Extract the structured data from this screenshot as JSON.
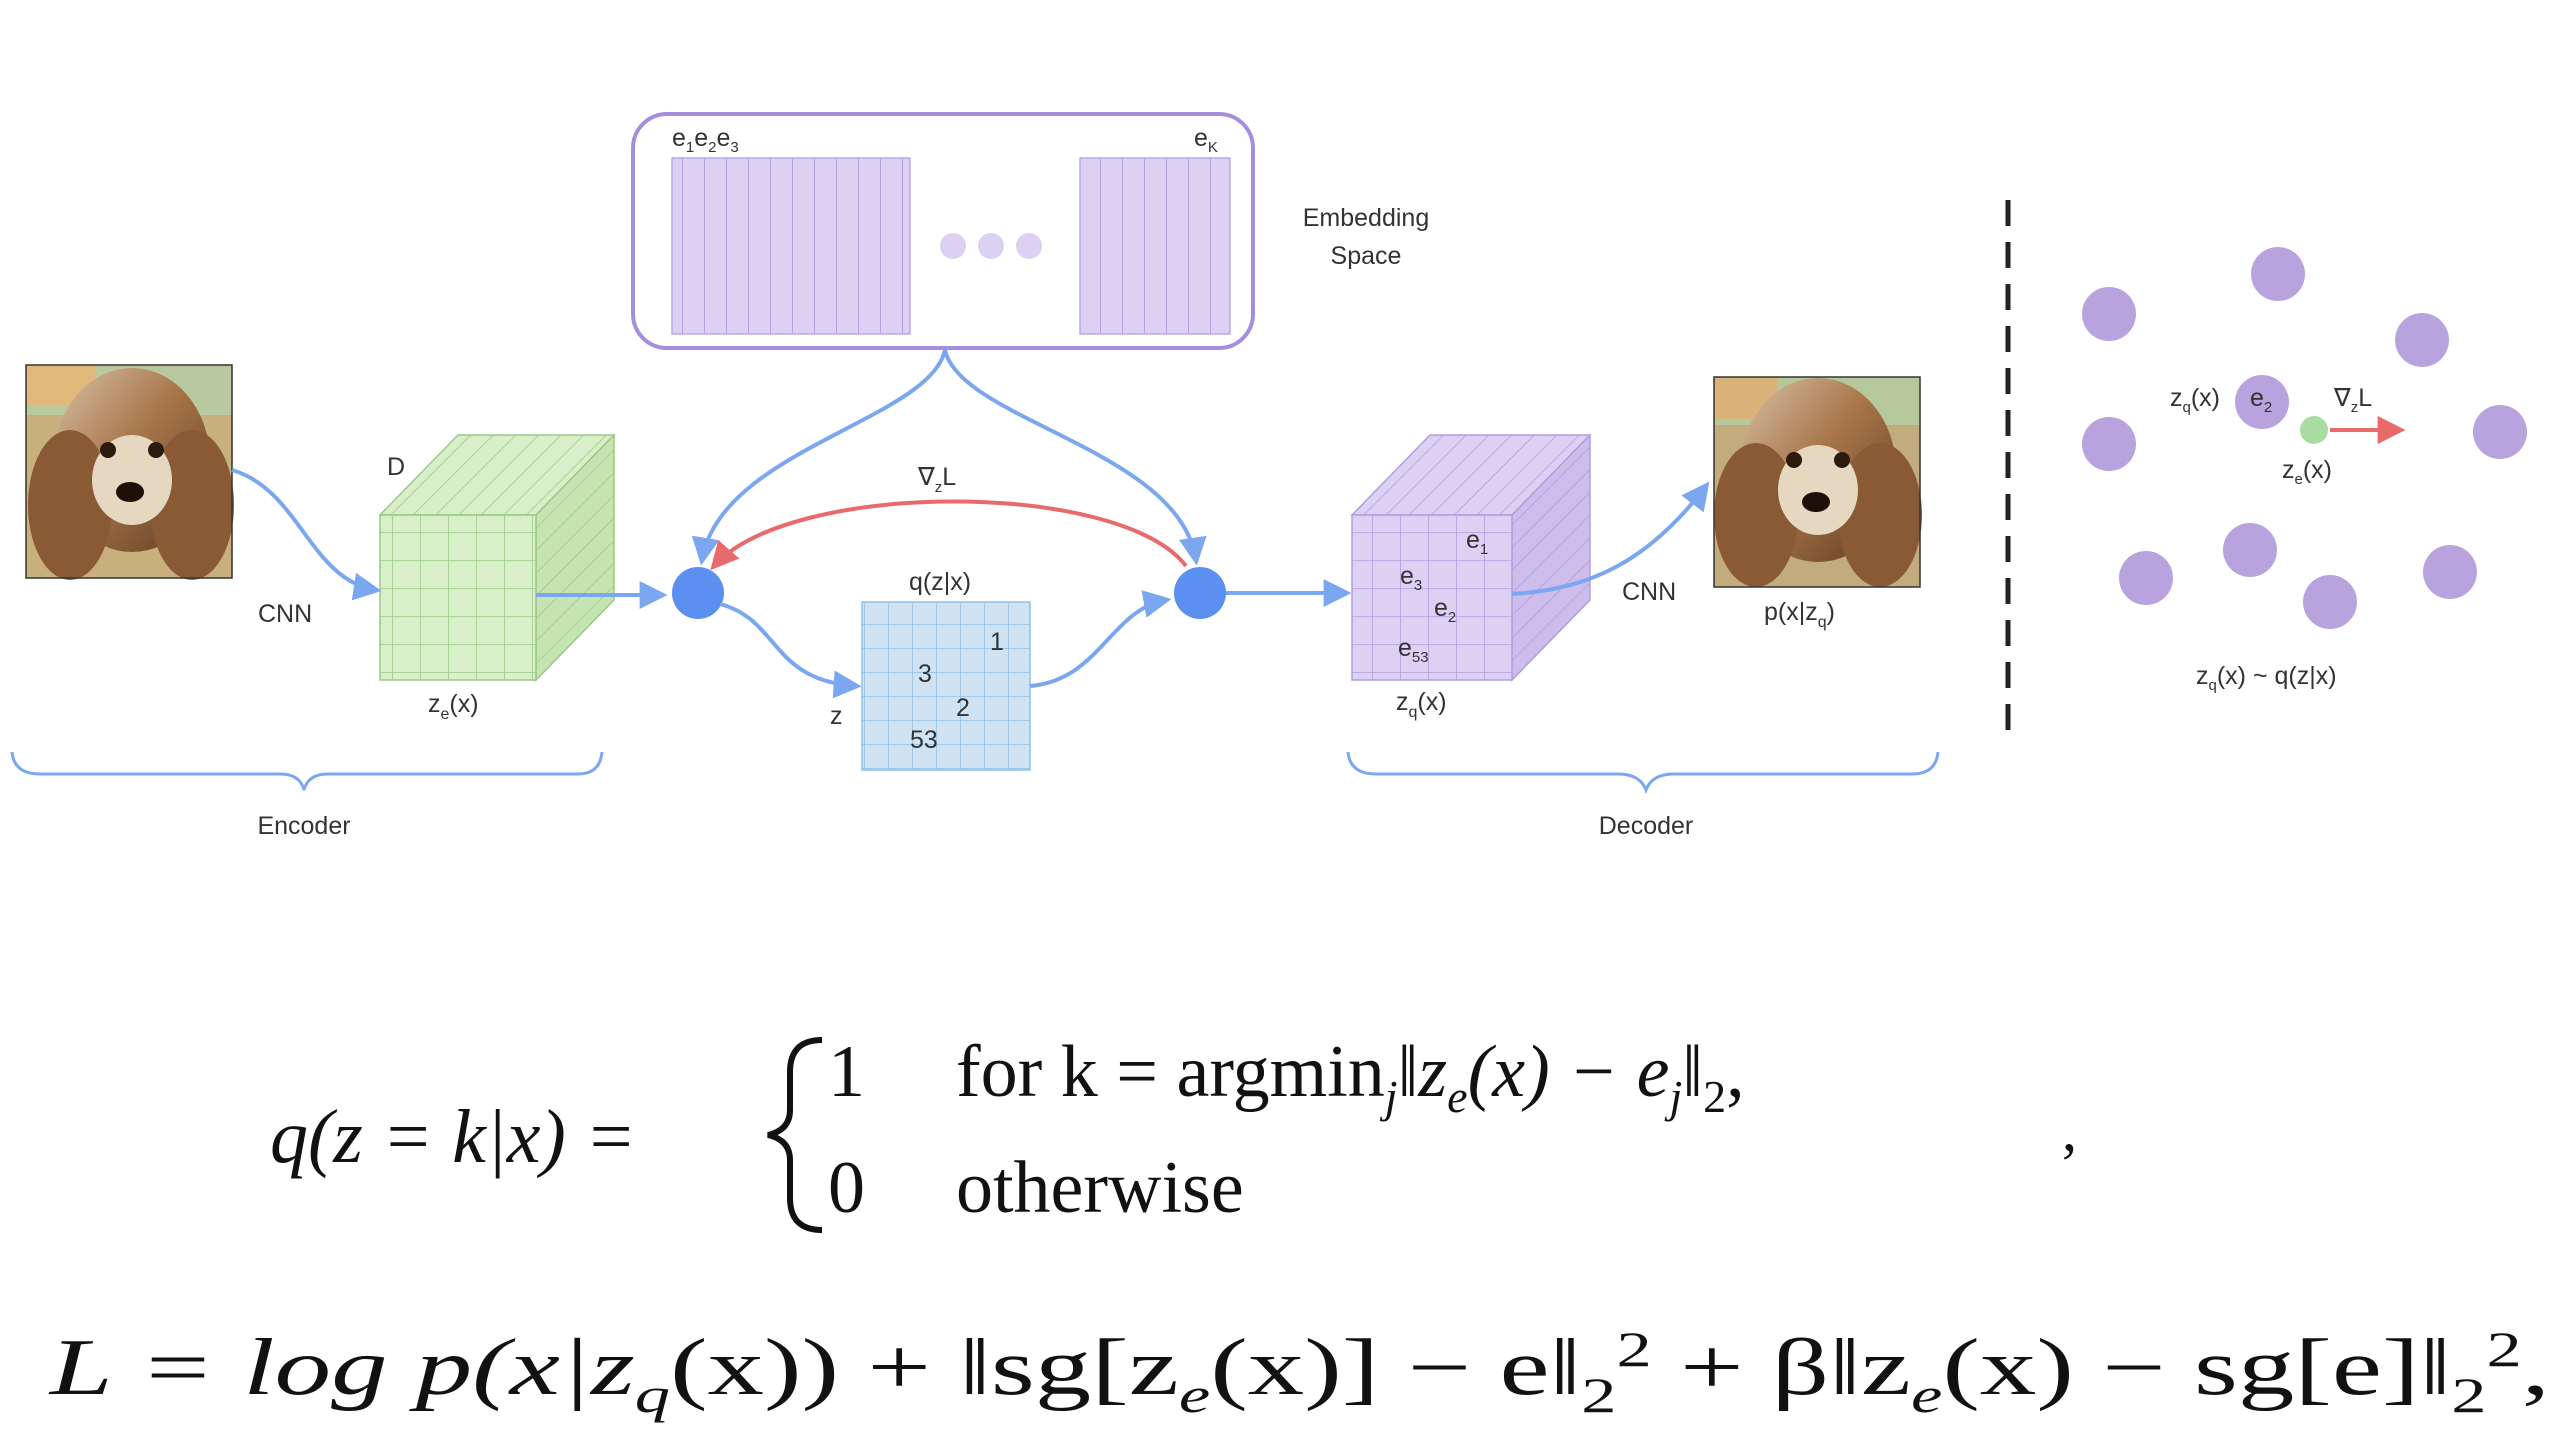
{
  "embedding": {
    "codes_left": [
      "e",
      "e",
      "e"
    ],
    "codes_left_subs": [
      "1",
      "2",
      "3"
    ],
    "code_right": "e",
    "code_right_sub": "K",
    "label_line1": "Embedding",
    "label_line2": "Space"
  },
  "encoder": {
    "cnn_label": "CNN",
    "depth_label": "D",
    "output_label": "z",
    "output_sub": "e",
    "output_suffix": "(x)",
    "brace_label": "Encoder"
  },
  "gradient_label": "∇",
  "gradient_sub": "z",
  "gradient_suffix": "L",
  "posterior": {
    "title": "q(z|x)",
    "axis_label": "z",
    "cell_values": [
      "1",
      "3",
      "2",
      "53"
    ]
  },
  "decoder": {
    "cell_labels": [
      "e",
      "e",
      "e",
      "e"
    ],
    "cell_subs": [
      "1",
      "3",
      "2",
      "53"
    ],
    "output_label": "z",
    "output_sub": "q",
    "output_suffix": "(x)",
    "cnn_label": "CNN",
    "reconstruction_label": "p(x|z",
    "reconstruction_sub": "q",
    "reconstruction_suffix": ")",
    "brace_label": "Decoder"
  },
  "scatter": {
    "zq_label": "z",
    "zq_sub": "q",
    "zq_suffix": "(x)",
    "e2_label": "e",
    "e2_sub": "2",
    "grad_label": "∇",
    "grad_sub": "z",
    "grad_suffix": "L",
    "ze_label": "z",
    "ze_sub": "e",
    "ze_suffix": "(x)",
    "caption": "z",
    "caption_sub": "q",
    "caption_suffix": "(x) ~ q(z|x)"
  },
  "equations": {
    "eq1_lhs": "q(z = k|x) =",
    "eq1_case1_value": "1",
    "eq1_case1_text": "for  k = argmin",
    "eq1_case1_sub": "j",
    "eq1_case1_tail": "‖z",
    "eq1_case1_tail_sub": "e",
    "eq1_case1_tail2": "(x) − e",
    "eq1_case1_tail2_sub": "j",
    "eq1_case1_tail3": "‖",
    "eq1_case1_tail3_sub": "2",
    "eq1_case1_end": ",",
    "eq1_case2_value": "0",
    "eq1_case2_text": "otherwise",
    "eq1_comma": ",",
    "eq2_a": "L = log p(x|z",
    "eq2_a_sub": "q",
    "eq2_b": "(x)) + ‖sg[z",
    "eq2_b_sub": "e",
    "eq2_c": "(x)] − e‖",
    "eq2_c_sub": "2",
    "eq2_c_sup": "2",
    "eq2_d": " + β‖z",
    "eq2_d_sub": "e",
    "eq2_e": "(x) − sg[e]‖",
    "eq2_e_sub": "2",
    "eq2_e_sup": "2",
    "eq2_end": ","
  },
  "colors": {
    "blue_arrow": "#7ba7f0",
    "red_arrow": "#e86a6a",
    "node_blue": "#5b8ff0",
    "green_cube": "#d9efc9",
    "purple_cube": "#ddd1f3",
    "light_blue_grid": "#cfe3f3",
    "purple_dot": "#b9a3df",
    "green_dot": "#a8dca0"
  }
}
